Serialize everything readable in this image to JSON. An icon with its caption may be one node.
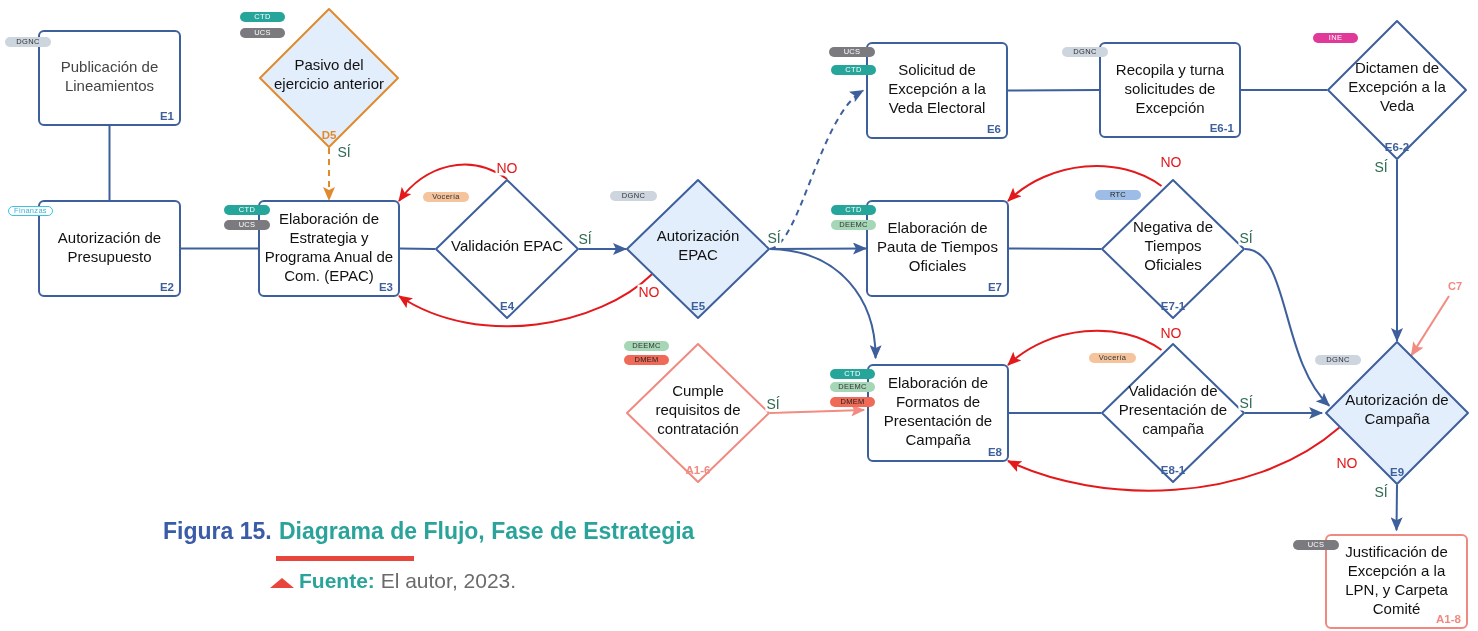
{
  "diagram": {
    "title": "Diagrama de Flujo, Fase de Estrategia",
    "caption": "**Fuente:** El autor, 2023.",
    "nodes": [
      {
        "text": [
          "Publicación de Lineamientos",
          "E1"
        ],
        "beside": [
          "DGNC"
        ]
      },
      {
        "text": [
          "Autorización de Presupuesto",
          "E2"
        ],
        "beside": [
          "Finanzas"
        ]
      },
      {
        "text": [
          "Pasivo del ejercicio anterior",
          "D5"
        ],
        "beside": [
          "CTD",
          "UCS"
        ]
      },
      {
        "text": [
          "Elaboración de Estrategia y Programa Anual de Com. (EPAC)",
          "E3"
        ],
        "beside": [
          "CTD",
          "UCS"
        ]
      },
      {
        "text": [
          "Validación EPAC",
          "E4"
        ],
        "beside": [
          "Vocería"
        ]
      },
      {
        "text": [
          "Autorización EPAC",
          "E5"
        ],
        "beside": [
          "DGNC"
        ]
      },
      {
        "text": [
          "Solicitud de Excepción a la Veda Electoral",
          "E6"
        ],
        "beside": [
          "UCS",
          "CTD"
        ]
      },
      {
        "text": [
          "Recopila y turna solicitudes de Excepción",
          "E6-1"
        ],
        "beside": [
          "DGNC"
        ]
      },
      {
        "text": [
          "Dictamen de Excepción a la Veda",
          "E6-2"
        ],
        "beside": [
          "INE"
        ]
      },
      {
        "text": [
          "Elaboración de Pauta de Tiempos Oficiales",
          "E7"
        ],
        "beside": [
          "CTD",
          "DEEMC"
        ]
      },
      {
        "text": [
          "Negativa de Tiempos Oficiales",
          "E7-1"
        ],
        "beside": [
          "RTC"
        ]
      },
      {
        "text": [
          "Cumple requisitos de contratación",
          "A1-6"
        ],
        "beside": [
          "DEEMC",
          "DMEM"
        ]
      },
      {
        "text": [
          "Elaboración de Formatos de Presentación de Campaña",
          "E8"
        ],
        "beside": [
          "CTD",
          "DEEMC",
          "DMEM"
        ]
      },
      {
        "text": [
          "Validación de Presentación de campaña",
          "E8-1"
        ],
        "beside": [
          "Vocería"
        ]
      },
      {
        "text": [
          "C7"
        ]
      },
      {
        "text": [
          "Autorización de Campaña",
          "E9"
        ],
        "beside": [
          "DGNC"
        ]
      },
      {
        "text": [
          "Justificación de Excepción a la LPN, y Carpeta Comité",
          "A1-8"
        ],
        "beside": [
          "UCS"
        ]
      }
    ],
    "edges": [
      {
        "from": 0,
        "to": 1,
        "arrow": "none"
      },
      {
        "from": 1,
        "to": 3,
        "arrow": "none"
      },
      {
        "from": 2,
        "to": 3,
        "arrow": "to",
        "label": "SÍ",
        "style": "dashed",
        "color": "#e08a2e"
      },
      {
        "from": 3,
        "to": 4,
        "arrow": "none"
      },
      {
        "from": 4,
        "to": 3,
        "arrow": "to",
        "label": "NO",
        "color": "#e3191c"
      },
      {
        "from": 4,
        "to": 5,
        "arrow": "to",
        "label": "SÍ"
      },
      {
        "from": 5,
        "to": 3,
        "arrow": "to",
        "label": "NO",
        "color": "#e3191c"
      },
      {
        "from": 5,
        "to": 6,
        "arrow": "to",
        "style": "dashed"
      },
      {
        "from": 5,
        "to": 9,
        "arrow": "to",
        "label": "SÍ"
      },
      {
        "from": 5,
        "to": 12,
        "arrow": "to"
      },
      {
        "from": 6,
        "to": 7,
        "arrow": "none"
      },
      {
        "from": 7,
        "to": 8,
        "arrow": "none"
      },
      {
        "from": 8,
        "to": 15,
        "arrow": "to",
        "label": "SÍ"
      },
      {
        "from": 10,
        "to": 9,
        "arrow": "none"
      },
      {
        "from": 10,
        "to": 9,
        "arrow": "to",
        "label": "NO",
        "color": "#e3191c"
      },
      {
        "from": 10,
        "to": 15,
        "arrow": "to",
        "label": "SÍ"
      },
      {
        "from": 11,
        "to": 12,
        "arrow": "to",
        "label": "SÍ",
        "color": "#f28b82"
      },
      {
        "from": 12,
        "to": 13,
        "arrow": "none"
      },
      {
        "from": 13,
        "to": 12,
        "arrow": "to",
        "label": "NO",
        "color": "#e3191c"
      },
      {
        "from": 13,
        "to": 15,
        "arrow": "to",
        "label": "SÍ"
      },
      {
        "from": 14,
        "to": 15,
        "arrow": "to",
        "color": "#f28b82"
      },
      {
        "from": 15,
        "to": 12,
        "arrow": "to",
        "label": "NO",
        "color": "#e3191c"
      },
      {
        "from": 15,
        "to": 16,
        "arrow": "to",
        "label": "SÍ"
      }
    ],
    "labels": [
      "Figura 15."
    ]
  }
}
